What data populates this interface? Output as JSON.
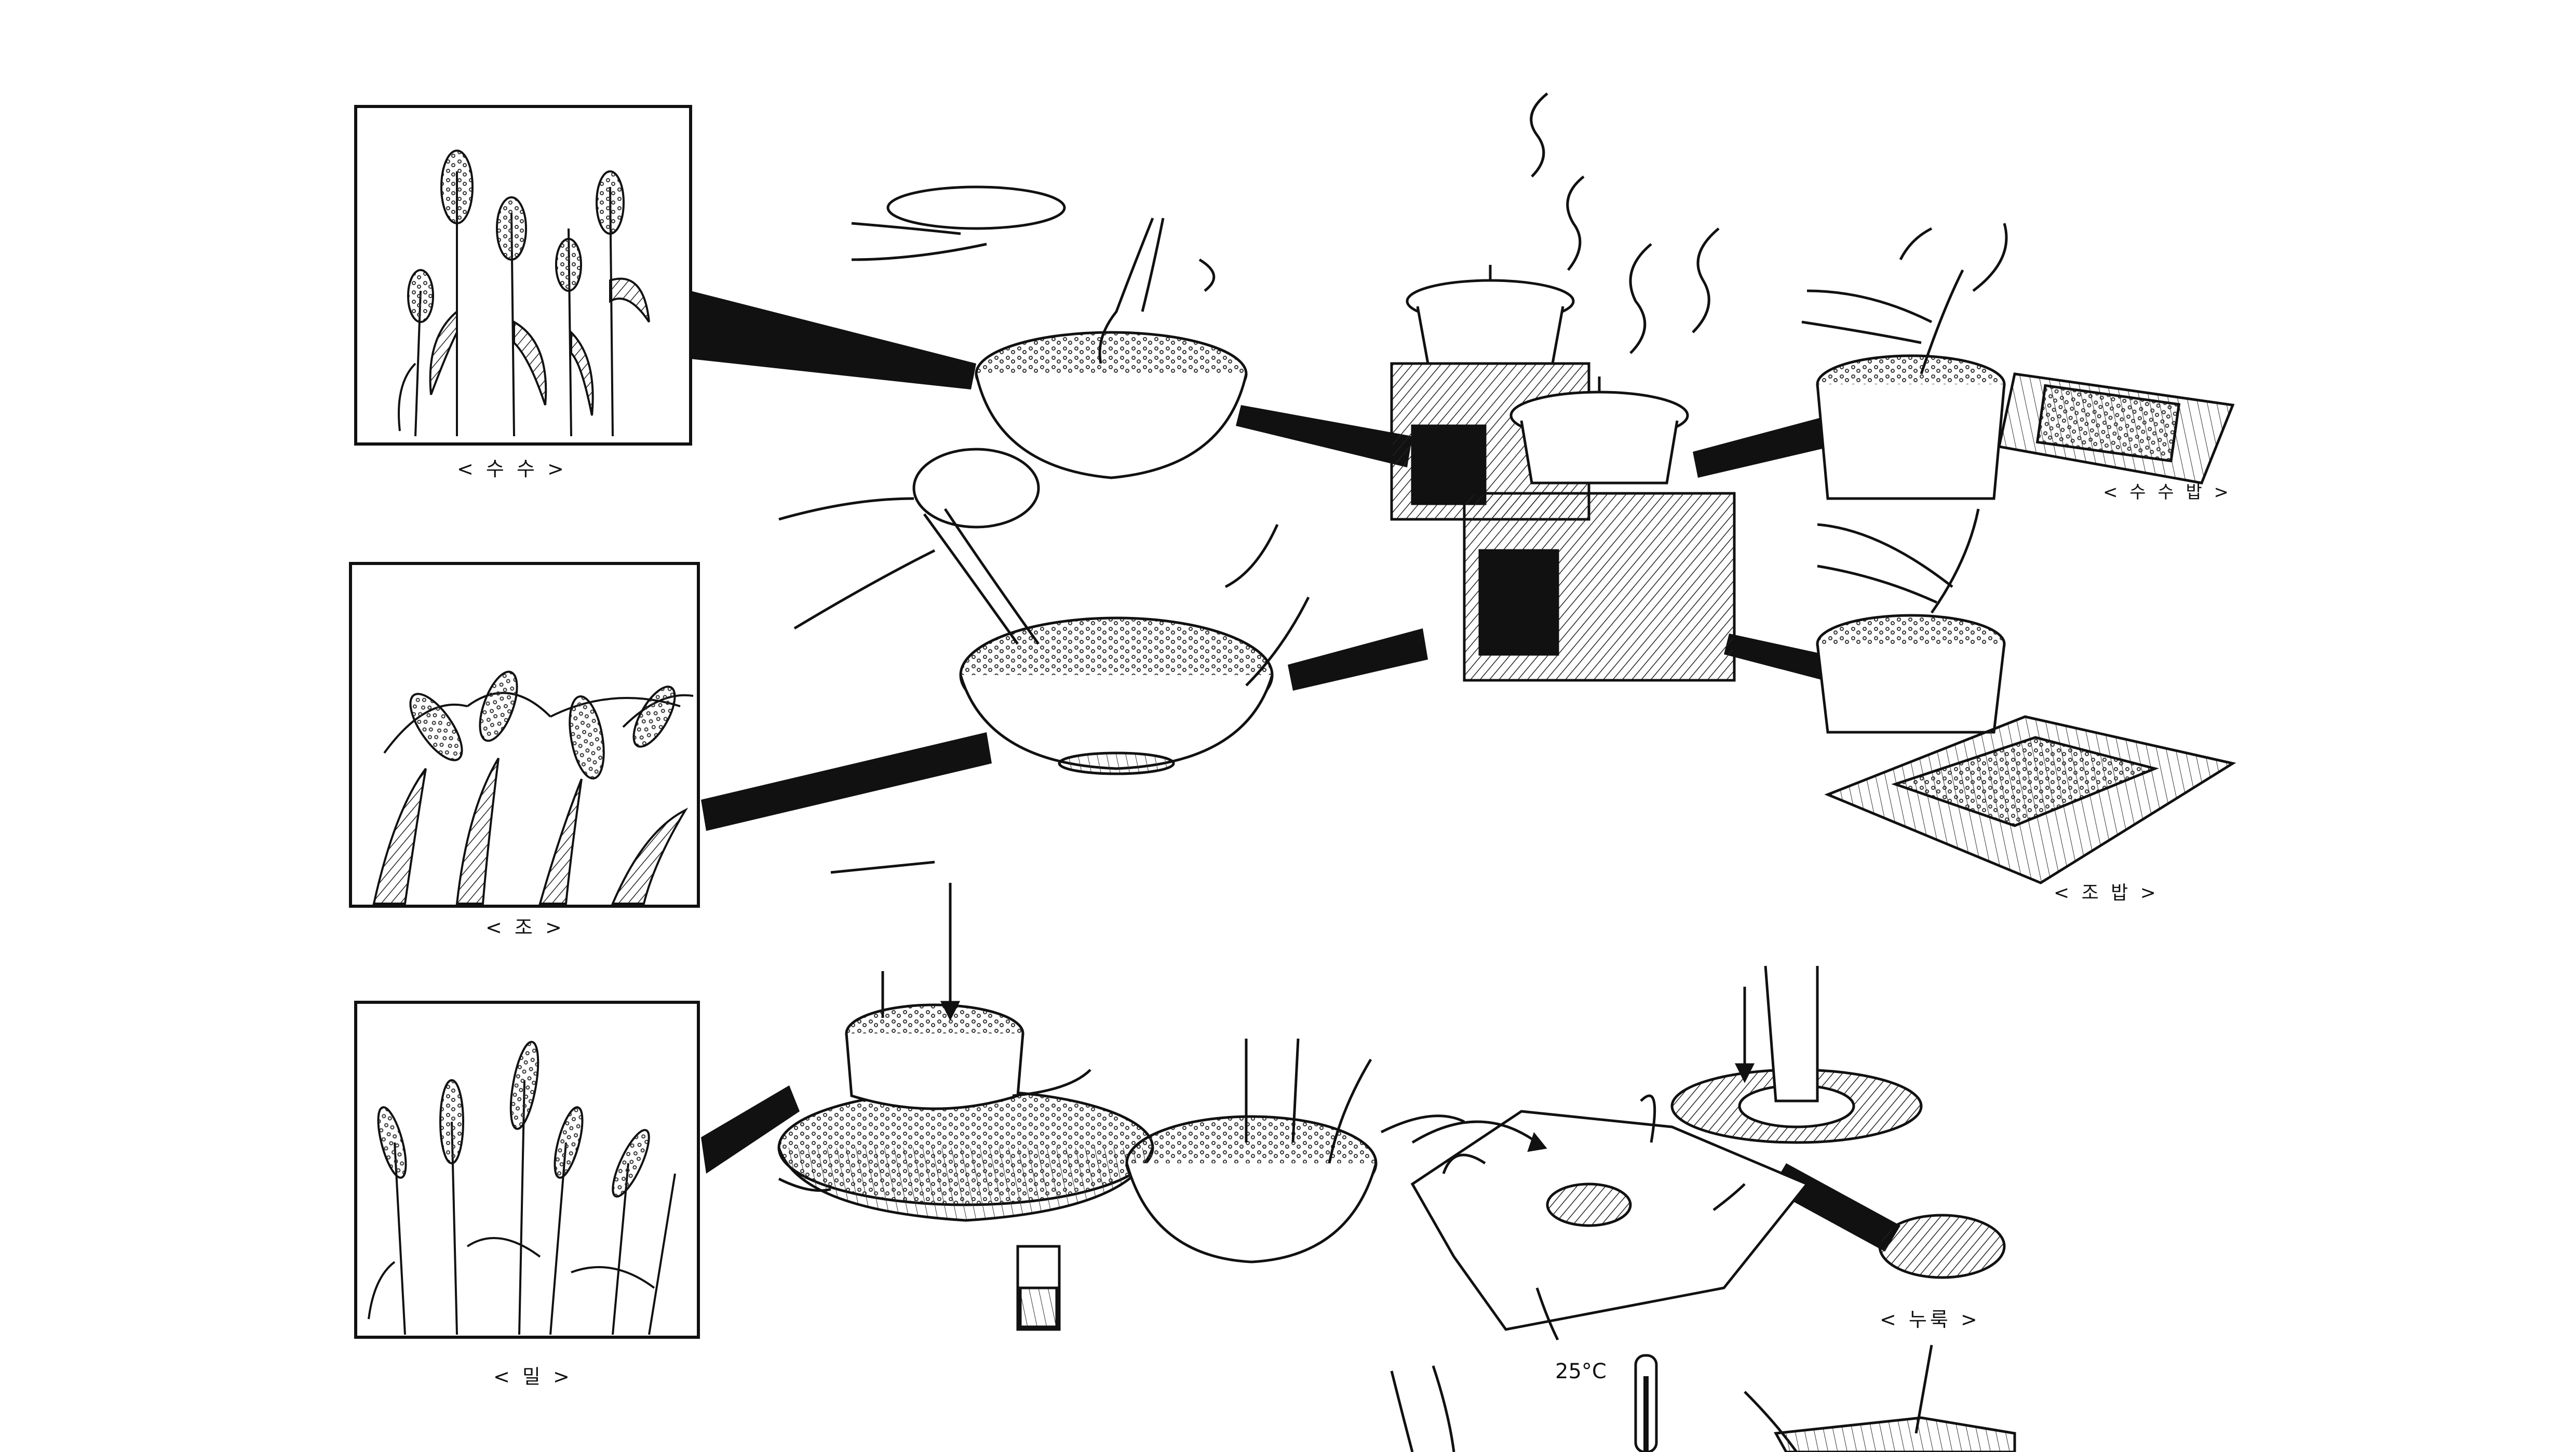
{
  "labels": {
    "susu": "< 수 수 >",
    "jo": "< 조 >",
    "mil": "< 밀 >",
    "susubap": "< 수 수 밥 >",
    "jobap": "< 조 밥 >",
    "nuruk": "< 누룩 >"
  },
  "temperature": "25°C",
  "colors": {
    "ink": "#111111",
    "paper": "#ffffff"
  }
}
